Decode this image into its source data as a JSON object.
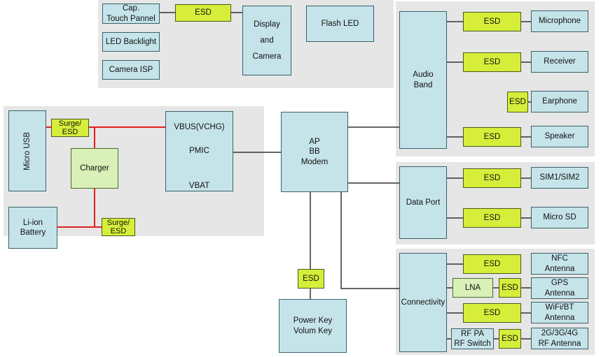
{
  "blocks": {
    "cap_touch": "Cap.\nTouch Pannel",
    "led_backlight": "LED Backlight",
    "camera_isp": "Camera ISP",
    "display_camera": "Display\nand\nCamera",
    "flash_led": "Flash LED",
    "micro_usb": "Micro USB",
    "li_ion": "Li-ion\nBattery",
    "charger": "Charger",
    "surge_esd": "Surge/\nESD",
    "pmic_vbus": "VBUS(VCHG)",
    "pmic_name": "PMIC",
    "pmic_vbat": "VBAT",
    "ap": "AP\nBB\nModem",
    "power_key": "Power Key\nVolum Key",
    "audio_band": "Audio\nBand",
    "data_port": "Data Port",
    "connectivity": "Connectivity",
    "microphone": "Microphone",
    "receiver": "Receiver",
    "earphone": "Earphone",
    "speaker": "Speaker",
    "sim": "SIM1/SIM2",
    "micro_sd": "Micro SD",
    "nfc": "NFC\nAntenna",
    "gps": "GPS\nAntenna",
    "wifi": "WiFi/BT\nAntenna",
    "rf_antenna": "2G/3G/4G\nRF Antenna",
    "lna": "LNA",
    "rf_pa": "RF PA\nRF Switch",
    "esd": "ESD"
  },
  "colors": {
    "block_fill": "#c5e4ea",
    "esd_fill": "#d6ee3a",
    "group_fill": "#e6e6e6",
    "power_wire": "#e02020",
    "signal_wire": "#333333"
  }
}
